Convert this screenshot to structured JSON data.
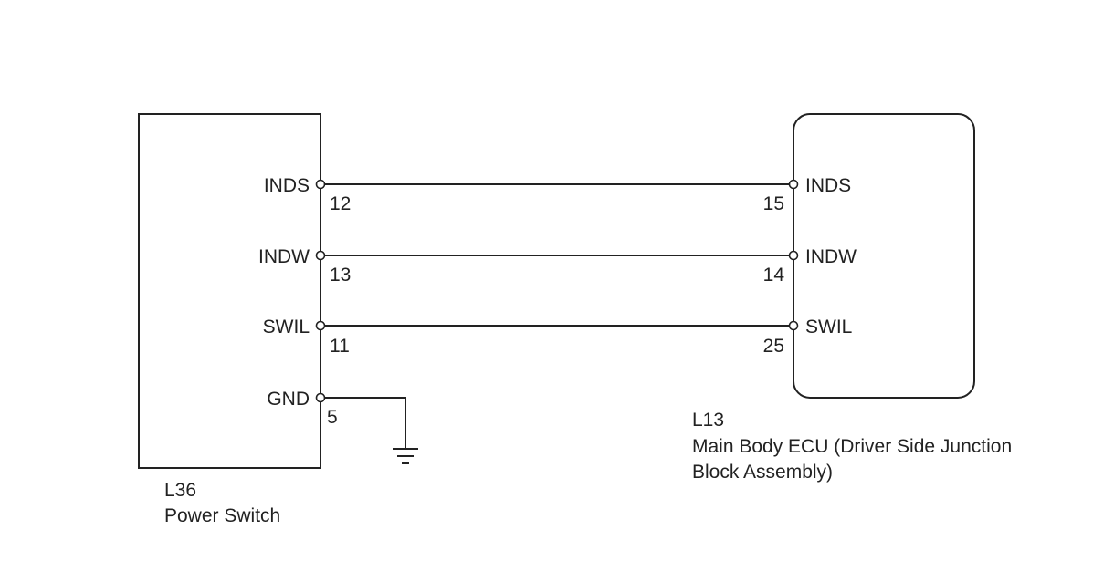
{
  "left_component": {
    "code": "L36",
    "name": "Power Switch",
    "pins": [
      {
        "name": "INDS",
        "number": "12"
      },
      {
        "name": "INDW",
        "number": "13"
      },
      {
        "name": "SWIL",
        "number": "11"
      },
      {
        "name": "GND",
        "number": "5"
      }
    ]
  },
  "right_component": {
    "code": "L13",
    "name_line1": "Main Body ECU (Driver Side Junction",
    "name_line2": "Block Assembly)",
    "pins": [
      {
        "name": "INDS",
        "number": "15"
      },
      {
        "name": "INDW",
        "number": "14"
      },
      {
        "name": "SWIL",
        "number": "25"
      }
    ]
  },
  "connections": [
    {
      "from": "INDS",
      "to": "INDS"
    },
    {
      "from": "INDW",
      "to": "INDW"
    },
    {
      "from": "SWIL",
      "to": "SWIL"
    }
  ],
  "ground": {
    "pin": "GND",
    "symbol": "ground-icon"
  }
}
